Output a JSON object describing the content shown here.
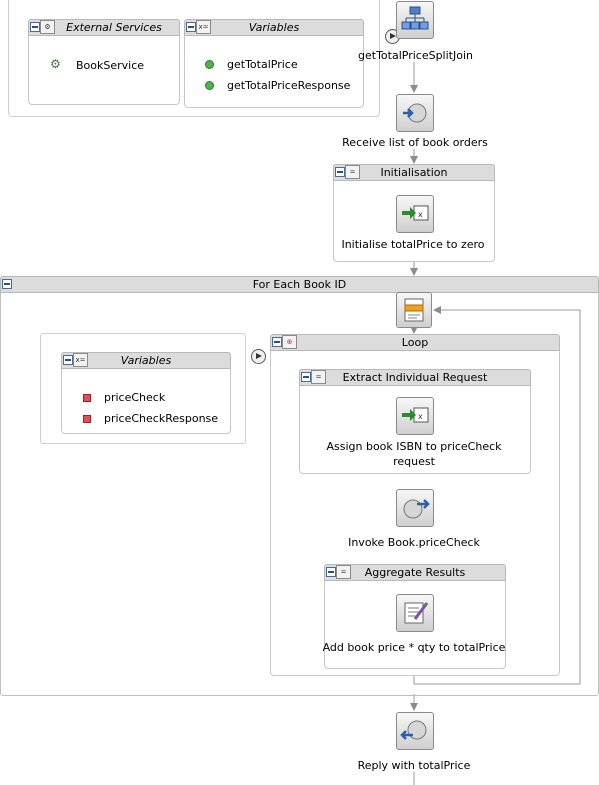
{
  "external_services": {
    "title": "External Services",
    "items": [
      "BookService"
    ]
  },
  "top_variables": {
    "title": "Variables",
    "items": [
      "getTotalPrice",
      "getTotalPriceResponse"
    ]
  },
  "split_join": {
    "label": "getTotalPriceSplitJoin"
  },
  "receive": {
    "label": "Receive list of book orders"
  },
  "initialisation": {
    "title": "Initialisation",
    "assign_label": "Initialise totalPrice to zero"
  },
  "for_each": {
    "title": "For Each Book ID"
  },
  "loop_variables": {
    "title": "Variables",
    "items": [
      "priceCheck",
      "priceCheckResponse"
    ]
  },
  "loop": {
    "title": "Loop"
  },
  "extract": {
    "title": "Extract Individual Request",
    "label_line1": "Assign book ISBN to priceCheck",
    "label_line2": "request"
  },
  "invoke": {
    "label": "Invoke Book.priceCheck"
  },
  "aggregate": {
    "title": "Aggregate Results",
    "label": "Add book price * qty to totalPrice"
  },
  "reply": {
    "label": "Reply with totalPrice"
  }
}
